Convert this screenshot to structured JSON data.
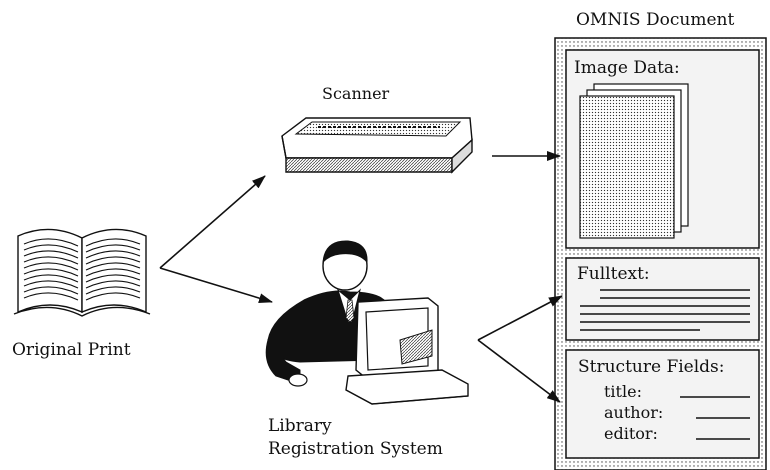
{
  "labels": {
    "original_print": "Original Print",
    "scanner": "Scanner",
    "library_line1": "Library",
    "library_line2": "Registration System",
    "omnis_document": "OMNIS Document"
  },
  "omnis": {
    "image_data": "Image Data:",
    "fulltext": "Fulltext:",
    "structure_fields": "Structure Fields:",
    "fields": [
      "title:",
      "author:",
      "editor:"
    ]
  },
  "colors": {
    "ink": "#111111",
    "panel_fill": "#f3f3f3",
    "paper_fill": "#ffffff"
  },
  "icons": {
    "book": "open-book-icon",
    "scanner": "scanner-icon",
    "operator": "operator-at-computer-icon",
    "pages": "page-stack-icon"
  }
}
